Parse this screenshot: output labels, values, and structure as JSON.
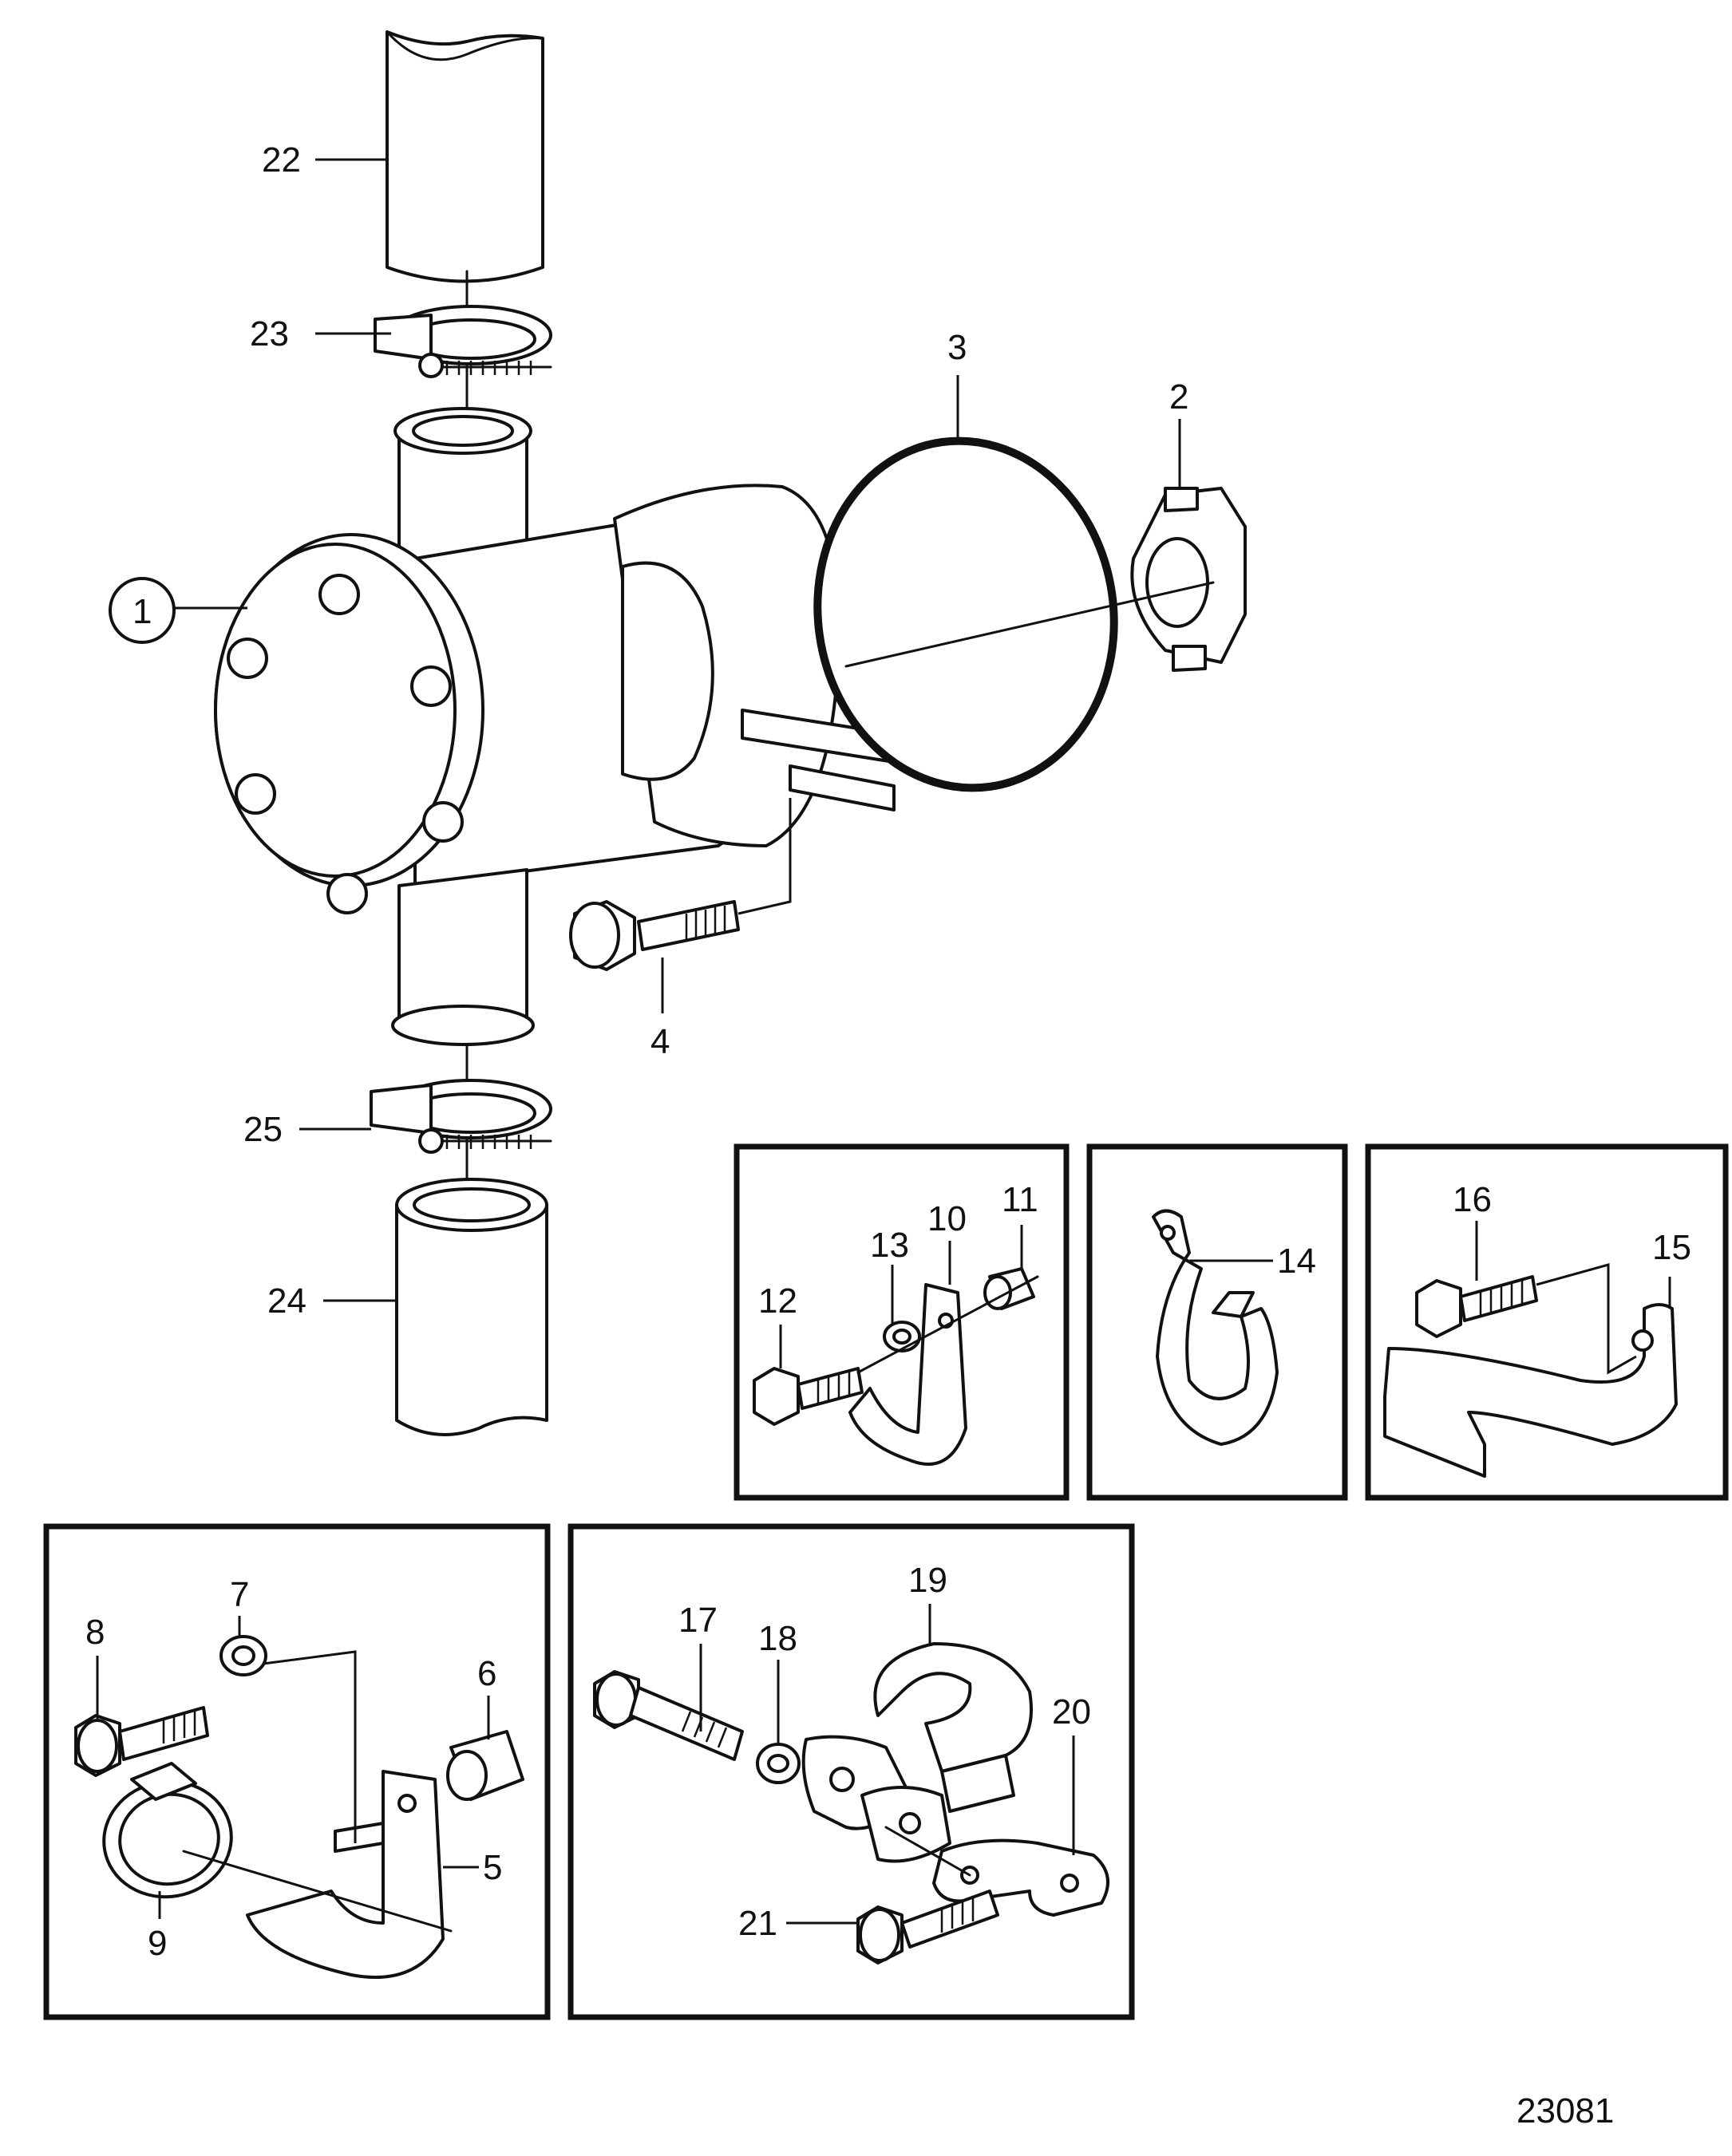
{
  "drawing_number": "23081",
  "callouts": {
    "c1": "1",
    "c2": "2",
    "c3": "3",
    "c4": "4",
    "c5": "5",
    "c6": "6",
    "c7": "7",
    "c8": "8",
    "c9": "9",
    "c10": "10",
    "c11": "11",
    "c12": "12",
    "c13": "13",
    "c14": "14",
    "c15": "15",
    "c16": "16",
    "c17": "17",
    "c18": "18",
    "c19": "19",
    "c20": "20",
    "c21": "21",
    "c22": "22",
    "c23": "23",
    "c24": "24",
    "c25": "25"
  },
  "colors": {
    "line": "#111111",
    "background": "#ffffff"
  }
}
